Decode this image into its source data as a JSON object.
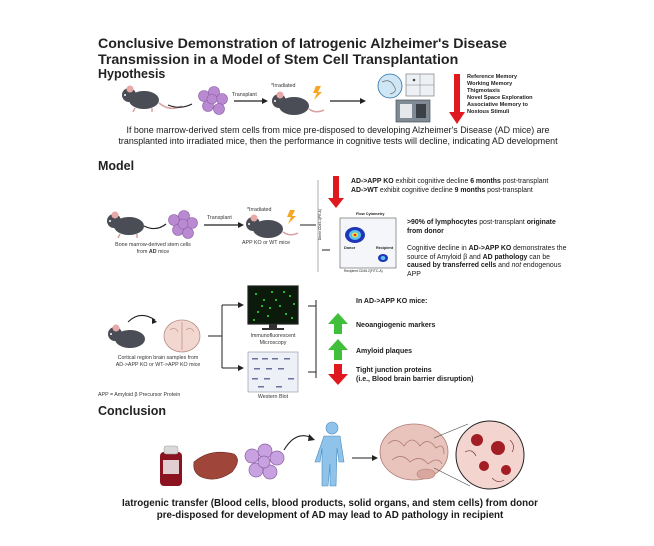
{
  "title": "Conclusive Demonstration of Iatrogenic Alzheimer's Disease Transmission in a Model of Stem Cell Transplantation",
  "hypothesis": {
    "heading": "Hypothesis",
    "irradiated_label": "*Irradiated",
    "transplant_label": "Transplant",
    "memory_tests": [
      "Reference Memory",
      "Working Memory",
      "Thigmotaxis",
      "Novel Space Exploration",
      "Associative Memory to",
      "Noxious Stimuli"
    ],
    "text": "If bone marrow-derived stem cells from mice pre-disposed to developing Alzheimer's Disease (AD mice) are transplanted into irradiated mice, then the performance in cognitive tests will decline, indicating AD development"
  },
  "model": {
    "heading": "Model",
    "irradiated_label": "*Irradiated",
    "transplant_label": "Transplant",
    "donor_caption_1": "Bone marrow-derived stem cells",
    "donor_caption_2_pre": "from ",
    "donor_caption_2_bold": "AD",
    "donor_caption_2_post": " mice",
    "recipient_caption": "APP KO or WT mice",
    "decline_1_bold": "AD->APP KO",
    "decline_1_mid": " exhibit cognitive decline ",
    "decline_1_bold2": "6 months",
    "decline_1_post": " post-transplant",
    "decline_2_bold": "AD->WT",
    "decline_2_mid": " exhibit cognitive decline ",
    "decline_2_bold2": "9 months",
    "decline_2_post": " post-transplant",
    "flow_title": "Flow Cytometry",
    "flow_donor": "Donor",
    "flow_recipient": "Recipient",
    "flow_xlabel": "Recipient CD45.2(FITC-A)",
    "flow_ylabel": "Donor CD45.1(PE-A)",
    "lymph_bold1": ">90% of lymphocytes",
    "lymph_mid": " post-transplant ",
    "lymph_bold2": "originate from donor",
    "amyloid_p1": "Cognitive decline in ",
    "amyloid_b1": "AD->APP KO",
    "amyloid_p2": " demonstrates the source of Amyloid β and ",
    "amyloid_b2": "AD pathology",
    "amyloid_p3": " can be ",
    "amyloid_b3": "caused by transferred cells",
    "amyloid_p4": " and ",
    "amyloid_i4": "not",
    "amyloid_p5": " endogenous APP",
    "brain_caption_1": "Cortical region brain samples from",
    "brain_caption_2": "AD->APP KO or WT->APP KO mice",
    "immuno_label_1": "Immunofluorescent",
    "immuno_label_2": "Microscopy",
    "western_label": "Western Blot",
    "app_footnote": "APP = Amyloid β Precursor Protein",
    "ko_heading": "In AD->APP KO mice:",
    "markers": [
      {
        "label": "Neoangiogenic markers",
        "direction": "up"
      },
      {
        "label": "Amyloid plaques",
        "direction": "up"
      },
      {
        "label": "Tight junction proteins",
        "label2": "(i.e., Blood brain barrier disruption)",
        "direction": "down"
      }
    ]
  },
  "conclusion": {
    "heading": "Conclusion",
    "text": "Iatrogenic transfer (Blood cells, blood products, solid organs, and stem cells) from donor pre-disposed for development of AD may lead to AD pathology in recipient"
  },
  "colors": {
    "arrow_red": "#e0191e",
    "arrow_green": "#3fbf3a",
    "cells": "#b98ad1",
    "mouse": "#4a4d55",
    "brain": "#e8c4bd",
    "liver": "#a0453a",
    "blood": "#8b1220"
  }
}
